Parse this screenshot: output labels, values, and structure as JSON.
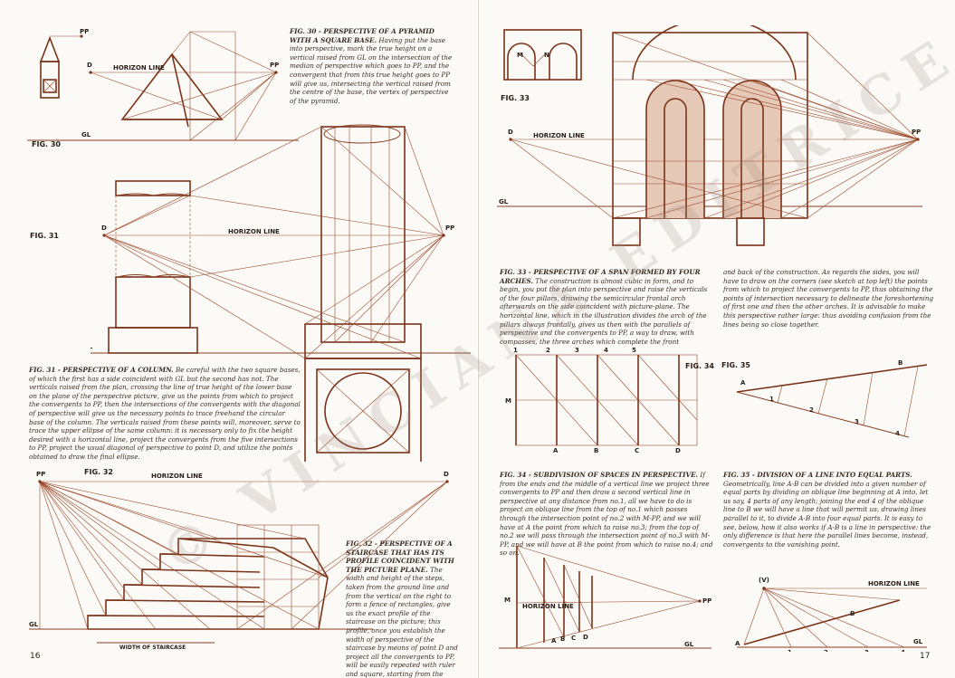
{
  "watermark": "© VINCIANA EDITRICE S.A.S.",
  "left_page": {
    "page_number": "16",
    "fig30": {
      "label": "FIG. 30",
      "title": "FIG. 30 - PERSPECTIVE OF A PYRAMID WITH A SQUARE BASE.",
      "body": "Having put the base into perspective, mark the true height on a vertical raised from GL on the intersection of the median of perspective which goes to PP, and the convergent that from this true height goes to PP will give us, intersecting the vertical raised from the centre of the base, the vertex of perspective of the pyramid."
    },
    "fig31": {
      "label": "FIG. 31",
      "title": "FIG. 31 - PERSPECTIVE OF A COLUMN.",
      "body": "Be careful with the two square bases, of which the first has a side coincident with GL but the second has not. The verticals raised from the plan, crossing the line of true height of the lower base on the plane of the perspective picture, give us the points from which to project the convergents to PP, then the intersections of the convergents with the diagonal of perspective will give us the necessary points to trace freehand the circular base of the column. The verticals raised from these points will, moreover, serve to trace the upper ellipse of the same column: it is necessary only to fix the height desired with a horizontal line, project the convergents from the five intersections to PP, project the usual diagonal of perspective to point D, and utilize the points obtained to draw the final ellipse."
    },
    "fig32": {
      "label": "FIG. 32",
      "title": "FIG. 32 - PERSPECTIVE OF A STAIRCASE THAT HAS ITS PROFILE COINCIDENT WITH THE PICTURE PLANE.",
      "body": "The width and height of the steps, taken from the ground line and from the vertical on the right to form a fence of rectangles, give us the exact profile of the staircase on the picture; this profile, once you establish the width of perspective of the staircase by means of point D and project all the convergents to PP, will be easily repeated with ruler and square, starting from the lowest step.",
      "width_label": "WIDTH OF STAIRCASE"
    },
    "labels": {
      "pp": "PP",
      "d": "D",
      "horizon": "HORIZON LINE",
      "gl": "GL"
    }
  },
  "right_page": {
    "page_number": "17",
    "fig33": {
      "label": "FIG. 33",
      "title": "FIG. 33 - PERSPECTIVE OF A SPAN FORMED BY FOUR ARCHES.",
      "body_col1": "The construction is almost cubic in form, and to begin, you put the plan into perspective and raise the verticals of the four pillars, drawing the semicircular frontal arch afterwards on the side coincident with picture-plane. The horizontal line, which in the illustration divides the arch of the pillars always frontally, gives us then with the parallels of perspective and the convergents to PP, a way to draw, with compasses, the three arches which complete the front",
      "body_col2": "and back of the construction. As regards the sides, you will have to draw on the corners (see sketch at top left) the points from which to project the convergents to PP, thus obtaining the points of intersection necessary to delineate the foreshortening of first one and then the other arches. It is advisable to make this perspective rather large: thus avoiding confusion from the lines being so close together.",
      "sketch_m": "M",
      "sketch_n": "N"
    },
    "fig34": {
      "label": "FIG. 34",
      "title": "FIG. 34 - SUBDIVISION OF SPACES IN PERSPECTIVE.",
      "body": "If from the ends and the middle of a vertical line we project three convergents to PP and then draw a second vertical line in perspective at any distance from no.1, all we have to do is project an oblique line from the top of no.1 which passes through the intersection point of no.2 with M-PP, and we will have at A the point from which to raise no.3; from the top of no.2 we will pass through the intersection point of no.3 with M-PP, and we will have at B the point from which to raise no.4; and so on.",
      "top_numbers": [
        "1",
        "2",
        "3",
        "4",
        "5"
      ],
      "bottom_letters": [
        "A",
        "B",
        "C",
        "D"
      ],
      "m": "M"
    },
    "fig35": {
      "label": "FIG. 35",
      "title": "FIG. 35 - DIVISION OF A LINE INTO EQUAL PARTS.",
      "body": "Geometrically, line A-B can be divided into a given number of equal parts by dividing an oblique line beginning at A into, let us say, 4 parts of any length; joining the end 4 of the oblique line to B we will have a line that will permit us, drawing lines parallel to it, to divide A-B into four equal parts. It is easy to see, below, how it also works if A-B is a line in perspective: the only difference is that here the parallel lines become, instead, convergents to the vanishing point.",
      "a": "A",
      "b": "B",
      "numbers": [
        "1",
        "2",
        "3",
        "4"
      ],
      "v": "(V)"
    },
    "labels": {
      "pp": "PP",
      "d": "D",
      "horizon": "HORIZON LINE",
      "gl": "GL"
    }
  }
}
